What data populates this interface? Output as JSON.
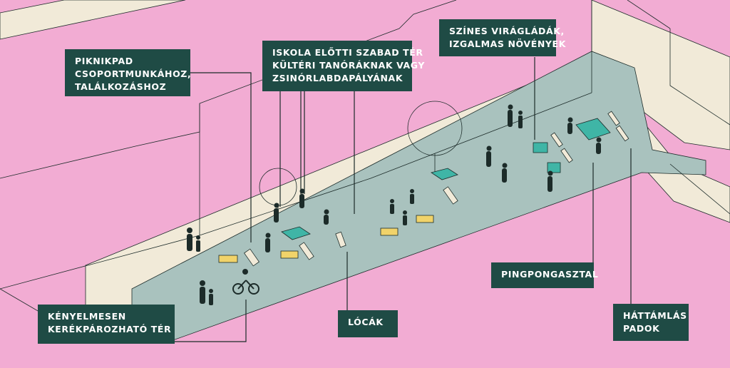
{
  "labels": {
    "picnic": {
      "lines": [
        "PIKNIKPAD",
        "CSOPORTMUNKÁHOZ,",
        "TALÁLKOZÁSHOZ"
      ]
    },
    "school": {
      "lines": [
        "ISKOLA ELŐTTI SZABAD TÉR",
        "KÜLTÉRI TANÓRÁKNAK VAGY",
        "ZSINÓRLABDAPÁLYÁNAK"
      ]
    },
    "planters": {
      "lines": [
        "SZÍNES VIRÁGLÁDÁK,",
        "IZGALMAS NÖVÉNYEK"
      ]
    },
    "bike": {
      "lines": [
        "KÉNYELMESEN",
        "KERÉKPÁROZHATÓ  TÉR"
      ]
    },
    "benches": {
      "lines": [
        "LÓCÁK"
      ]
    },
    "pingpong": {
      "lines": [
        "PINGPONGASZTAL"
      ]
    },
    "backrest": {
      "lines": [
        "HÁTTÁMLÁS",
        "PADOK"
      ]
    }
  },
  "colors": {
    "buildings": "#f2acd3",
    "sidewalk": "#f1ead8",
    "street": "#a9c2be",
    "callout_bg": "#1f4b45",
    "callout_text": "#ffffff",
    "leader": "#1f4b45",
    "figure": "#1c2b29",
    "planter": "#f1d36a",
    "pingpong_table": "#3fb5a6"
  }
}
